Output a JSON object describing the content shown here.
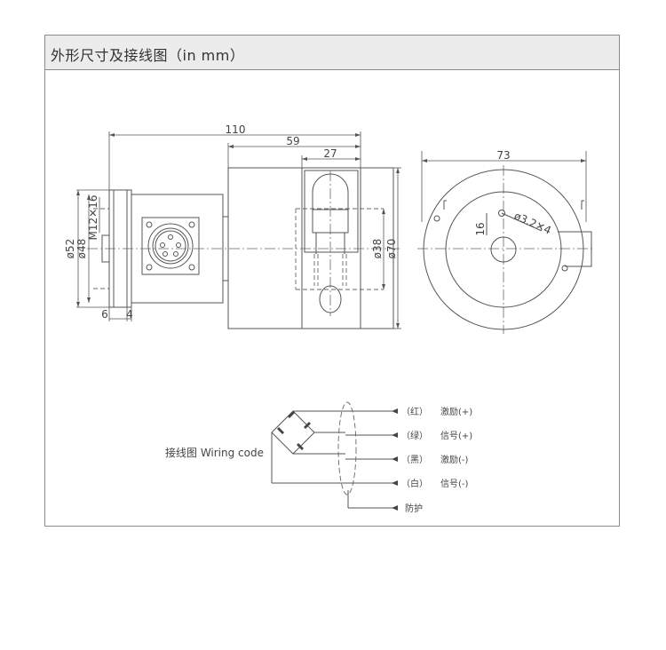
{
  "title": "外形尺寸及接线图（in mm）",
  "dimensions": {
    "d110": "110",
    "d59": "59",
    "d27": "27",
    "d73": "73",
    "m12": "M12✕16",
    "phi52": "ø52",
    "phi48": "ø48",
    "phi38": "ø38",
    "phi70": "ø70",
    "d6": "6",
    "d4": "4",
    "d16": "16",
    "hole": "ø3.2✕4"
  },
  "wiring": {
    "label": "接线图 Wiring code",
    "wires": [
      {
        "color_label": "（红）",
        "signal": "激励(+)"
      },
      {
        "color_label": "（绿）",
        "signal": "信号(+)"
      },
      {
        "color_label": "（黑）",
        "signal": "激励(-)"
      },
      {
        "color_label": "（白）",
        "signal": "信号(-)"
      }
    ],
    "shield": "防护"
  }
}
